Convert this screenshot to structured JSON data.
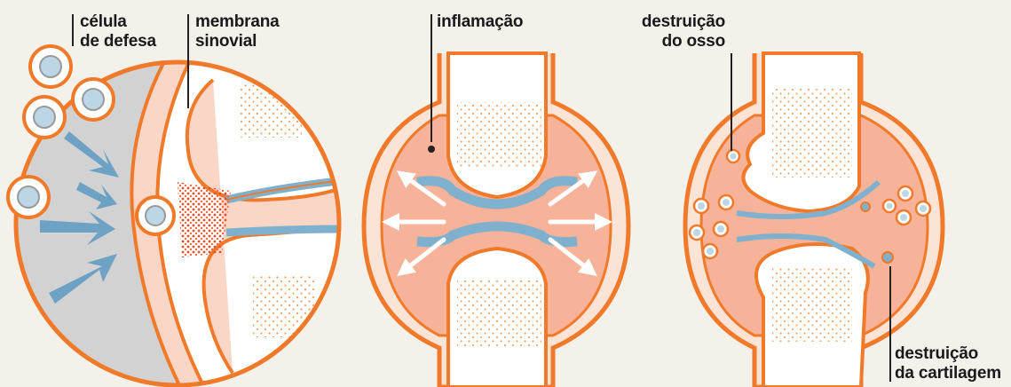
{
  "labels": {
    "defense_cell": [
      "célula",
      "de defesa"
    ],
    "synovial_membrane": [
      "membrana",
      "sinovial"
    ],
    "inflammation": "inflamação",
    "bone_destruction": [
      "destruição",
      "do osso"
    ],
    "cartilage_destruction": [
      "destruição",
      "da cartilagem"
    ]
  },
  "colors": {
    "outline": "#f07a2a",
    "tissue_fill": "#f6b39a",
    "tissue_light": "#fbe3d6",
    "cartilage_blue": "#7fb1cf",
    "immune_gray": "#d2d2d2",
    "arrow_blue": "#5d9ac4",
    "inflammation_red": "#f1573a",
    "leader_line": "#222222"
  }
}
